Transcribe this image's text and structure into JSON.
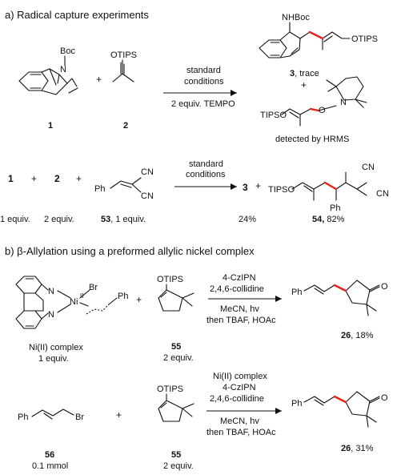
{
  "colors": {
    "ink": "#111111",
    "new_bond": "#e8221a",
    "background": "#ffffff"
  },
  "section_a": {
    "heading": "a) Radical capture experiments",
    "exp1": {
      "boc": "Boc",
      "n_atom": "N",
      "cmpd1": "1",
      "plus": "+",
      "otips": "OTIPS",
      "cmpd2": "2",
      "cond_line1": "standard",
      "cond_line2": "conditions",
      "cond_line3": "2 equiv. TEMPO",
      "product_nhboc": "NHBoc",
      "product_otips": "OTIPS",
      "product3_num": "3",
      "product3_note": ", trace",
      "plus2": "+",
      "tipso": "TIPSO",
      "o_atom": "O",
      "n_atom2": "N",
      "hrms_note": "detected by HRMS"
    },
    "exp2": {
      "c1": "1",
      "c2": "2",
      "plus": "+",
      "ph": "Ph",
      "cn_top": "CN",
      "cn_bottom": "CN",
      "cond_line1": "standard",
      "cond_line2": "conditions",
      "product3": "3",
      "plus2": "+",
      "tipso": "TIPSO",
      "cn1": "CN",
      "cn2": "CN",
      "ph_product": "Ph",
      "eq1": "1 equiv.",
      "eq2": "2 equiv.",
      "cmpd53": "53",
      "eq53": ", 1 equiv.",
      "yield3": "24%",
      "cmpd54": "54,",
      "yield54": " 82%"
    }
  },
  "section_b": {
    "heading": "b) β-Allylation using a preformed allylic nickel complex",
    "exp1": {
      "n_top": "N",
      "n_bottom": "N",
      "ni": "Ni",
      "ni_ox": "II",
      "br": "Br",
      "ph": "Ph",
      "plus": "+",
      "otips": "OTIPS",
      "complex_name": "Ni(II) complex",
      "complex_eq": "1 equiv.",
      "cmpd55": "55",
      "eq55": "2 equiv.",
      "cond_line1": "4-CzIPN",
      "cond_line2": "2,4,6-collidine",
      "cond_line3": "MeCN, hv",
      "cond_line4": "then TBAF, HOAc",
      "ph_product": "Ph",
      "o_product": "O",
      "cmpd26": "26",
      "yield26": ", 18%"
    },
    "exp2": {
      "ph": "Ph",
      "br": "Br",
      "cmpd56": "56",
      "amount56": "0.1 mmol",
      "plus": "+",
      "otips": "OTIPS",
      "cmpd55": "55",
      "eq55": "2 equiv.",
      "cond_line1": "Ni(II) complex",
      "cond_line2": "4-CzIPN",
      "cond_line3": "2,4,6-collidine",
      "cond_line4": "MeCN, hv",
      "cond_line5": "then TBAF, HOAc",
      "ph_product": "Ph",
      "o_product": "O",
      "cmpd26": "26",
      "yield26": ", 31%"
    }
  }
}
